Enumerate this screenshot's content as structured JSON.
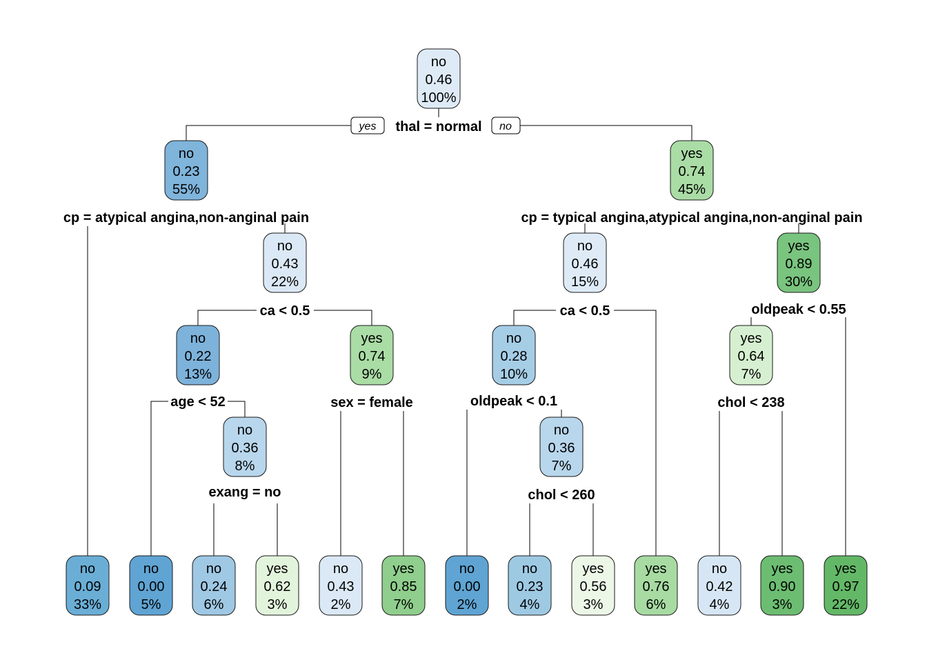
{
  "diagram": {
    "root_branch_labels": {
      "yes": "yes",
      "no": "no"
    },
    "nodes": [
      {
        "id": "n1",
        "label": "no",
        "prob": "0.46",
        "pct": "100%",
        "fill": "#deebf7"
      },
      {
        "id": "n2",
        "label": "no",
        "prob": "0.23",
        "pct": "55%",
        "fill": "#7fb4db"
      },
      {
        "id": "n3",
        "label": "yes",
        "prob": "0.74",
        "pct": "45%",
        "fill": "#aadca5"
      },
      {
        "id": "n4",
        "label": "no",
        "prob": "0.43",
        "pct": "22%",
        "fill": "#dbe8f5"
      },
      {
        "id": "n5",
        "label": "no",
        "prob": "0.46",
        "pct": "15%",
        "fill": "#deebf7"
      },
      {
        "id": "n6",
        "label": "yes",
        "prob": "0.89",
        "pct": "30%",
        "fill": "#79c47e"
      },
      {
        "id": "n7",
        "label": "no",
        "prob": "0.22",
        "pct": "13%",
        "fill": "#7db2da"
      },
      {
        "id": "n8",
        "label": "yes",
        "prob": "0.74",
        "pct": "9%",
        "fill": "#aadca5"
      },
      {
        "id": "n9",
        "label": "no",
        "prob": "0.28",
        "pct": "10%",
        "fill": "#a6cde6"
      },
      {
        "id": "n10",
        "label": "yes",
        "prob": "0.64",
        "pct": "7%",
        "fill": "#d6efd0"
      },
      {
        "id": "n11",
        "label": "no",
        "prob": "0.36",
        "pct": "8%",
        "fill": "#b8d6ec"
      },
      {
        "id": "n12",
        "label": "no",
        "prob": "0.36",
        "pct": "7%",
        "fill": "#b8d6ec"
      },
      {
        "id": "l1",
        "label": "no",
        "prob": "0.09",
        "pct": "33%",
        "fill": "#6aaed6"
      },
      {
        "id": "l2",
        "label": "no",
        "prob": "0.00",
        "pct": "5%",
        "fill": "#5fa4d3"
      },
      {
        "id": "l3",
        "label": "no",
        "prob": "0.24",
        "pct": "6%",
        "fill": "#9fc8e4"
      },
      {
        "id": "l4",
        "label": "yes",
        "prob": "0.62",
        "pct": "3%",
        "fill": "#e3f4dd"
      },
      {
        "id": "l5",
        "label": "no",
        "prob": "0.43",
        "pct": "2%",
        "fill": "#dbe8f5"
      },
      {
        "id": "l6",
        "label": "yes",
        "prob": "0.85",
        "pct": "7%",
        "fill": "#8fce8c"
      },
      {
        "id": "l7",
        "label": "no",
        "prob": "0.00",
        "pct": "2%",
        "fill": "#5fa4d3"
      },
      {
        "id": "l8",
        "label": "no",
        "prob": "0.23",
        "pct": "4%",
        "fill": "#9ec9e3"
      },
      {
        "id": "l9",
        "label": "yes",
        "prob": "0.56",
        "pct": "3%",
        "fill": "#ecf7e7"
      },
      {
        "id": "l10",
        "label": "yes",
        "prob": "0.76",
        "pct": "6%",
        "fill": "#a7dba2"
      },
      {
        "id": "l11",
        "label": "no",
        "prob": "0.42",
        "pct": "4%",
        "fill": "#d7e6f4"
      },
      {
        "id": "l12",
        "label": "yes",
        "prob": "0.90",
        "pct": "3%",
        "fill": "#6cbd71"
      },
      {
        "id": "l13",
        "label": "yes",
        "prob": "0.97",
        "pct": "22%",
        "fill": "#63b867"
      }
    ],
    "splits": [
      {
        "id": "s1",
        "text": "thal = normal"
      },
      {
        "id": "s2",
        "text": "cp = atypical angina,non-anginal pain"
      },
      {
        "id": "s3",
        "text": "cp = typical angina,atypical angina,non-anginal pain"
      },
      {
        "id": "s4",
        "text": "ca < 0.5"
      },
      {
        "id": "s5",
        "text": "ca < 0.5"
      },
      {
        "id": "s6",
        "text": "oldpeak < 0.55"
      },
      {
        "id": "s7",
        "text": "age < 52"
      },
      {
        "id": "s8",
        "text": "sex = female"
      },
      {
        "id": "s9",
        "text": "oldpeak < 0.1"
      },
      {
        "id": "s10",
        "text": "chol < 238"
      },
      {
        "id": "s11",
        "text": "exang = no"
      },
      {
        "id": "s12",
        "text": "chol < 260"
      }
    ]
  }
}
